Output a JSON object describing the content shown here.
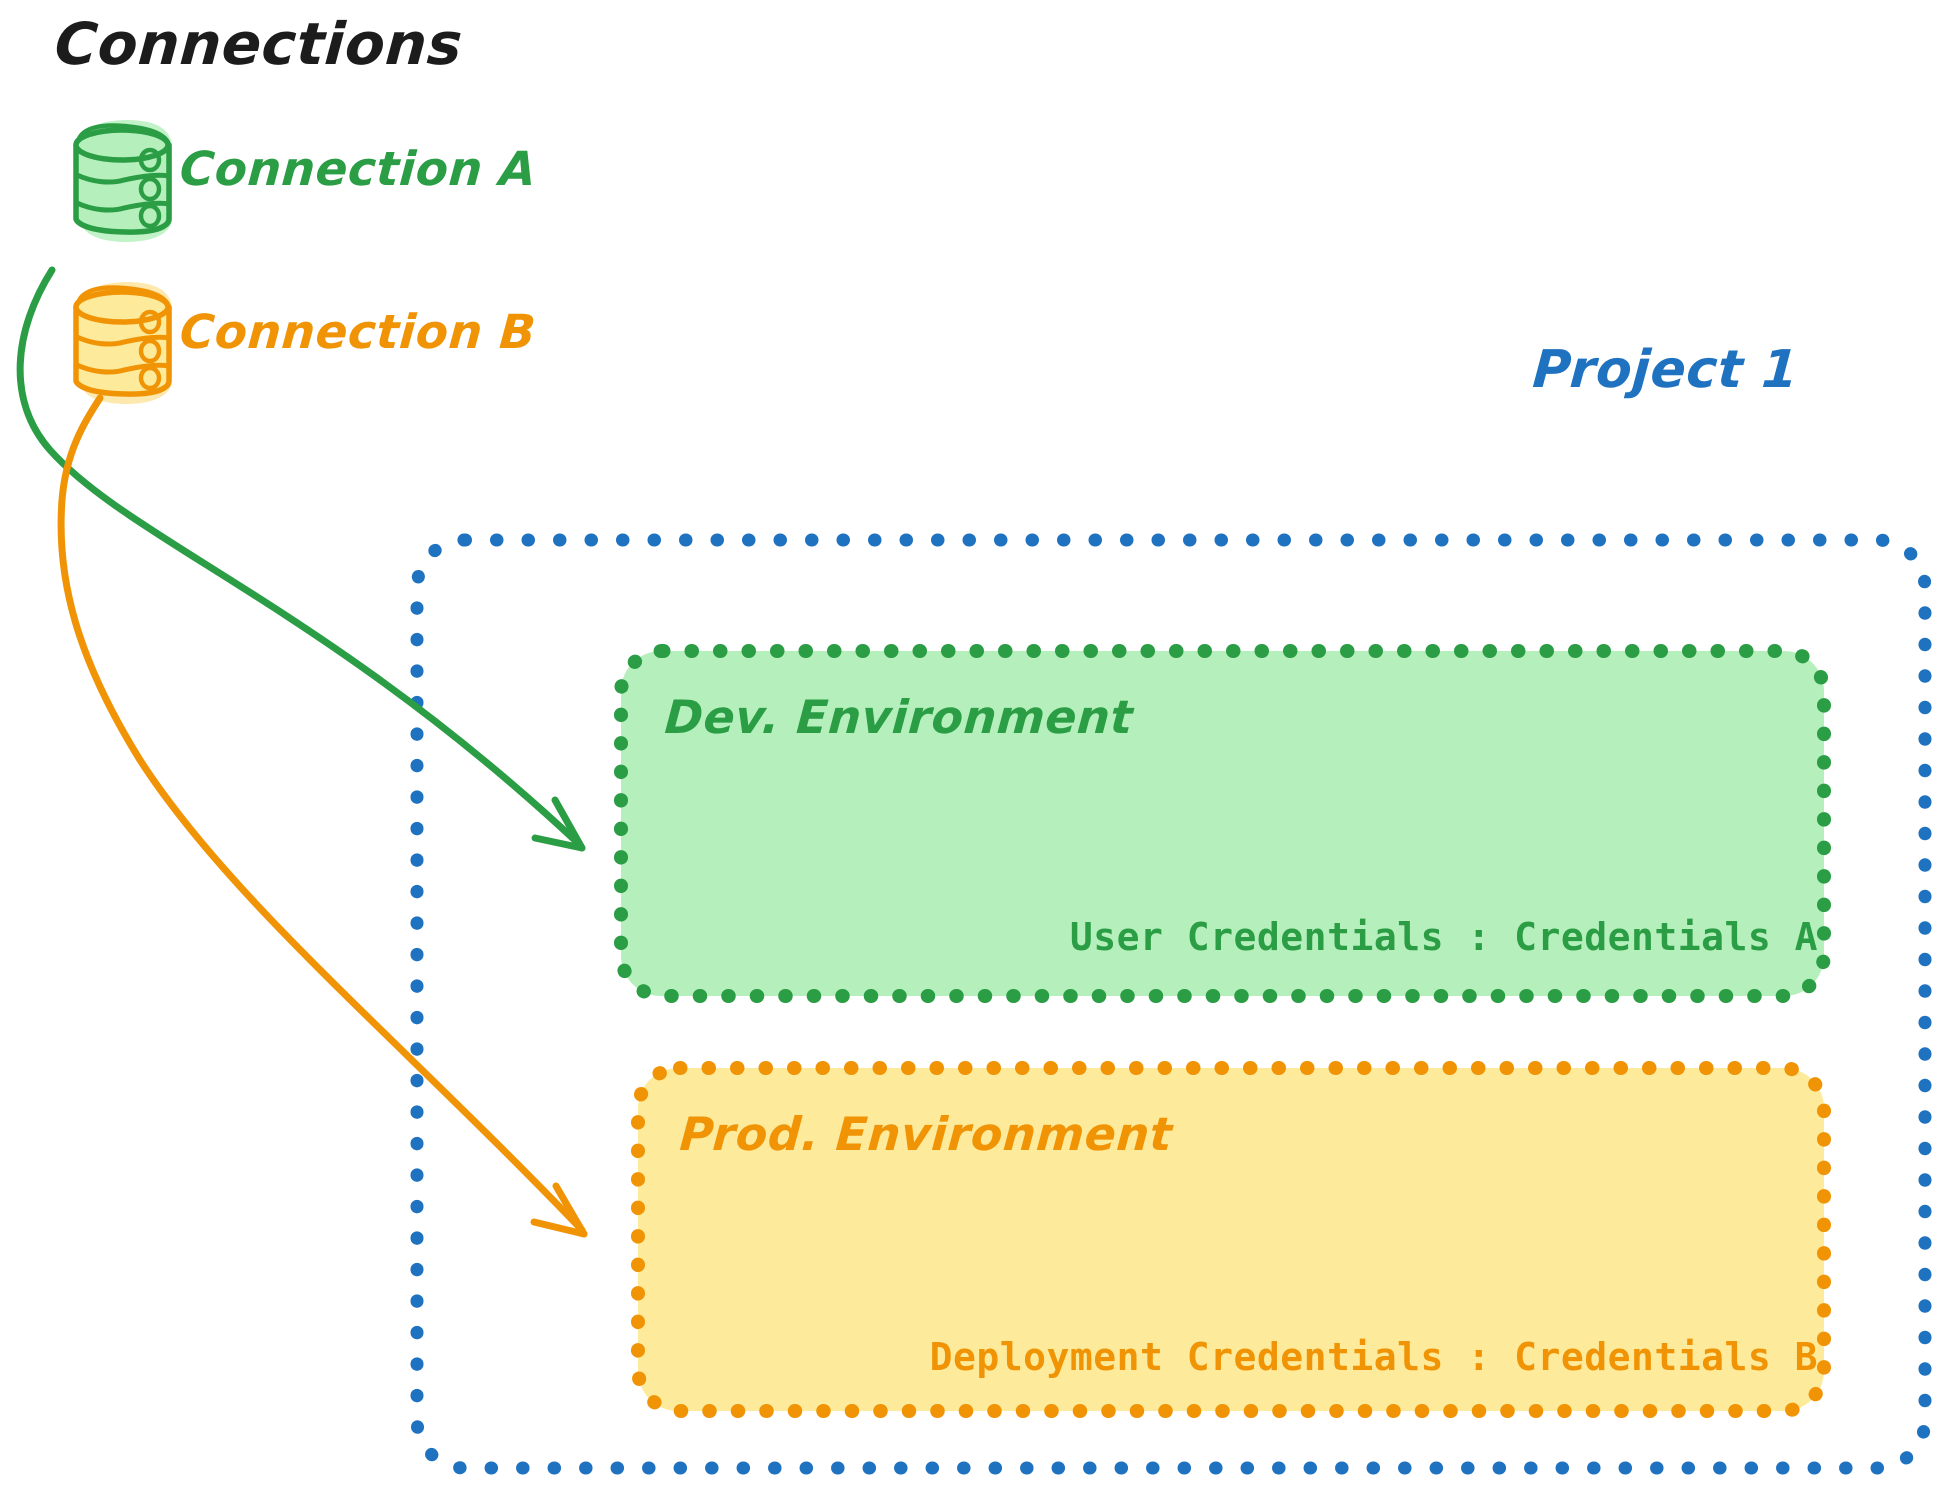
{
  "diagram": {
    "title": "Connections",
    "background": "#ffffff",
    "colors": {
      "green_stroke": "#2a9d45",
      "green_fill": "#b5f0bc",
      "orange_stroke": "#f09406",
      "orange_fill": "#fdeb9b",
      "blue_stroke": "#1f72c0",
      "text_black": "#1c1c1c"
    }
  },
  "connections": {
    "heading": "Connections",
    "items": [
      {
        "label": "Connection A",
        "icon": "database-cylinder-icon",
        "color": "#2a9d45",
        "fill": "#b5f0bc"
      },
      {
        "label": "Connection B",
        "icon": "database-cylinder-icon",
        "color": "#f09406",
        "fill": "#fdeb9b"
      }
    ]
  },
  "project": {
    "title": "Project 1",
    "border_color": "#1f72c0",
    "border_style": "dotted",
    "environments": [
      {
        "id": "dev",
        "title": "Dev. Environment",
        "credential_label": "User Credentials",
        "credential_separator": ":",
        "credential_value": "Credentials A",
        "credential_line": "User Credentials : Credentials A",
        "border_color": "#2a9d45",
        "fill_color": "#b5f0bc",
        "border_style": "dotted"
      },
      {
        "id": "prod",
        "title": "Prod. Environment",
        "credential_label": "Deployment Credentials",
        "credential_separator": ":",
        "credential_value": "Credentials B",
        "credential_line": "Deployment Credentials : Credentials B",
        "border_color": "#f09406",
        "fill_color": "#fdeb9b",
        "border_style": "dotted"
      }
    ]
  },
  "arrows": [
    {
      "id": "arrow-connection-a-to-dev",
      "from": "Connection A",
      "to": "Dev. Environment",
      "color": "#2a9d45"
    },
    {
      "id": "arrow-connection-b-to-prod",
      "from": "Connection B",
      "to": "Prod. Environment",
      "color": "#f09406"
    }
  ]
}
